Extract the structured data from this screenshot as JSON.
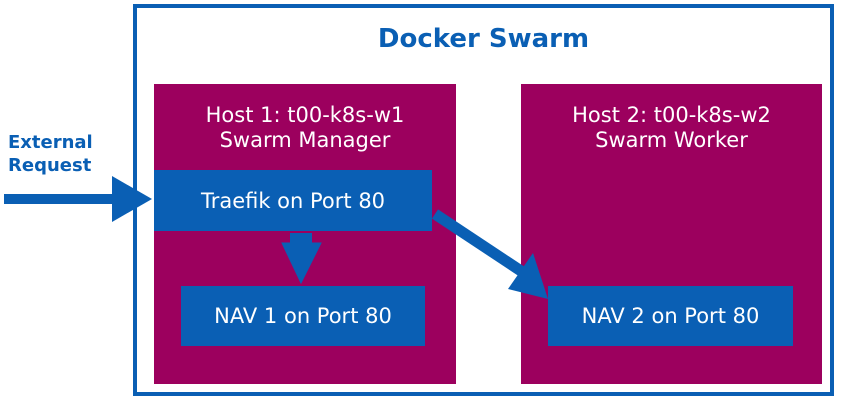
{
  "title": "Docker Swarm",
  "external": {
    "line1": "External",
    "line2": "Request"
  },
  "hosts": [
    {
      "line1": "Host 1: t00-k8s-w1",
      "line2": "Swarm Manager"
    },
    {
      "line1": "Host 2: t00-k8s-w2",
      "line2": "Swarm Worker"
    }
  ],
  "services": {
    "traefik": "Traefik on Port 80",
    "nav1": "NAV 1 on Port 80",
    "nav2": "NAV 2 on Port 80"
  },
  "colors": {
    "blue": "#0a5fb4",
    "host_fill": "#9c005e",
    "text_light": "#ffffff"
  }
}
